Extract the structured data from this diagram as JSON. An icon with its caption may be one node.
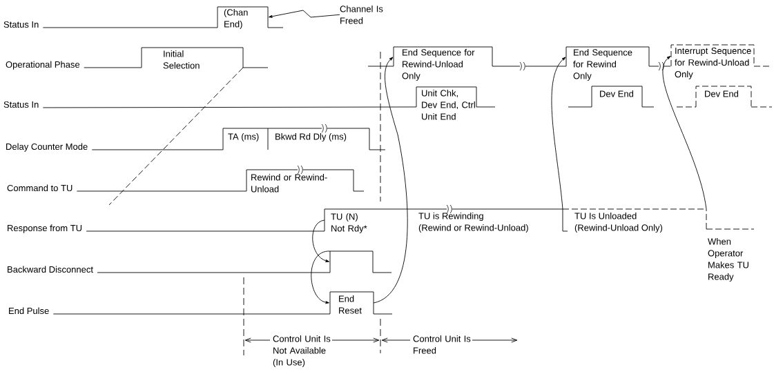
{
  "diagram": {
    "nodes": [
      {
        "text": [
          "(Chan End)"
        ]
      },
      {
        "text": [
          "Channel Is Freed"
        ]
      },
      {
        "text": [
          "Initial Selection"
        ]
      },
      {
        "text": [
          "End Sequence for Rewind-Unload Only"
        ]
      },
      {
        "text": [
          "End Sequence for Rewind Only"
        ]
      },
      {
        "text": [
          "Interrupt Sequence for Rewind-Unload Only"
        ]
      },
      {
        "text": [
          "Unit Chk, Dev End, Ctrl Unit End"
        ]
      },
      {
        "text": [
          "Dev End"
        ]
      },
      {
        "text": [
          "Dev End"
        ]
      },
      {
        "text": [
          "TA (ms)"
        ]
      },
      {
        "text": [
          "Bkwd Rd Dly (ms)"
        ]
      },
      {
        "text": [
          "Rewind or Rewind-Unload"
        ]
      },
      {
        "text": [
          "TU (N) Not Rdy*"
        ]
      },
      {
        "text": [
          "TU Is Unloaded",
          "(Rewind-Unload Only)"
        ]
      },
      {
        "text": [
          "When Operator Makes TU Ready"
        ]
      },
      {
        "text": [],
        "shape": "box"
      },
      {
        "text": [
          "End Reset"
        ]
      },
      {
        "text": [
          "Status In"
        ]
      },
      {
        "text": [
          "Operational Phase"
        ]
      },
      {
        "text": [
          "Status In"
        ]
      },
      {
        "text": [
          "Delay Counter Mode"
        ]
      },
      {
        "text": [
          "Command to TU"
        ]
      },
      {
        "text": [
          "Response from TU"
        ]
      },
      {
        "text": [
          "Backward Disconnect"
        ]
      },
      {
        "text": [
          "End Pulse"
        ]
      }
    ],
    "edges": [
      {
        "from": 1,
        "to": 0,
        "arrow": "to"
      },
      {
        "from": 12,
        "to": 15,
        "arrow": "to"
      },
      {
        "from": 15,
        "to": 16,
        "arrow": "to"
      },
      {
        "from": 16,
        "to": 3,
        "arrow": "to"
      },
      {
        "from": 13,
        "to": 4,
        "arrow": "to"
      },
      {
        "from": 14,
        "to": 5,
        "arrow": "to"
      },
      {
        "from": 17,
        "to": 0,
        "arrow": "none"
      },
      {
        "from": 18,
        "to": 2,
        "arrow": "none"
      },
      {
        "from": 19,
        "to": 6,
        "arrow": "none"
      },
      {
        "from": 20,
        "to": 9,
        "arrow": "none"
      },
      {
        "from": 21,
        "to": 11,
        "arrow": "none"
      },
      {
        "from": 22,
        "to": 12,
        "arrow": "none"
      },
      {
        "from": 23,
        "to": 15,
        "arrow": "none"
      },
      {
        "from": 24,
        "to": 16,
        "arrow": "none"
      }
    ],
    "labels": [
      "TU is Rewinding",
      "(Rewind or Rewind-Unload)",
      "Control Unit Is Not Available (In Use)",
      "Control Unit Is Freed"
    ]
  }
}
